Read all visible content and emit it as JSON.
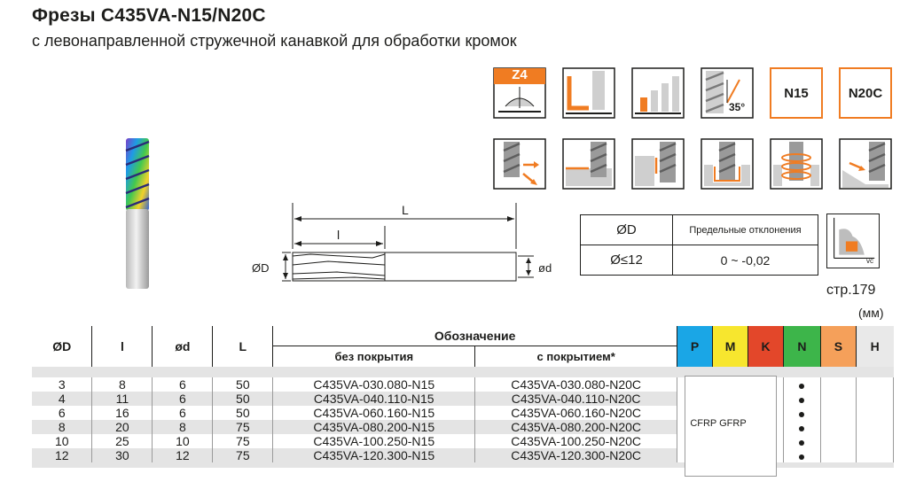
{
  "header": {
    "title": "Фрезы C435VA-N15/N20C",
    "subtitle": "с левонаправленной стружечной канавкой для обработки кромок"
  },
  "icons": {
    "row1": [
      {
        "name": "z4-icon",
        "text": "Z4"
      },
      {
        "name": "edge-milling-icon",
        "text": ""
      },
      {
        "name": "bars-icon",
        "text": ""
      },
      {
        "name": "helix-angle-icon",
        "text": "35°"
      },
      {
        "name": "coating-n15-icon",
        "text": "N15"
      },
      {
        "name": "coating-n20c-icon",
        "text": "N20C"
      }
    ],
    "row2_count": 6
  },
  "drawing": {
    "L": "L",
    "l": "l",
    "D": "ØD",
    "d": "ød"
  },
  "tolerance": {
    "header_d": "ØD",
    "header_dev": "Предельные отклонения",
    "value_d": "Ø≤12",
    "value_dev": "0 ~ -0,02"
  },
  "page_ref": "стр.179",
  "units": "(мм)",
  "vc_label": "vc",
  "table": {
    "headers": {
      "D": "ØD",
      "l": "l",
      "d": "ød",
      "L": "L",
      "designation": "Обозначение",
      "uncoated": "без покрытия",
      "coated": "с покрытием*"
    },
    "iso": [
      "P",
      "M",
      "K",
      "N",
      "S",
      "H"
    ],
    "rows": [
      {
        "D": "3",
        "l": "8",
        "d": "6",
        "L": "50",
        "uncoated": "C435VA-030.080-N15",
        "coated": "C435VA-030.080-N20C"
      },
      {
        "D": "4",
        "l": "11",
        "d": "6",
        "L": "50",
        "uncoated": "C435VA-040.110-N15",
        "coated": "C435VA-040.110-N20C"
      },
      {
        "D": "6",
        "l": "16",
        "d": "6",
        "L": "50",
        "uncoated": "C435VA-060.160-N15",
        "coated": "C435VA-060.160-N20C"
      },
      {
        "D": "8",
        "l": "20",
        "d": "8",
        "L": "75",
        "uncoated": "C435VA-080.200-N15",
        "coated": "C435VA-080.200-N20C"
      },
      {
        "D": "10",
        "l": "25",
        "d": "10",
        "L": "75",
        "uncoated": "C435VA-100.250-N15",
        "coated": "C435VA-100.250-N20C"
      },
      {
        "D": "12",
        "l": "30",
        "d": "12",
        "L": "75",
        "uncoated": "C435VA-120.300-N15",
        "coated": "C435VA-120.300-N20C"
      }
    ],
    "material_label": "CFRP GFRP"
  },
  "colors": {
    "accent_orange": "#f07c22",
    "iso_p": "#1aa6e6",
    "iso_m": "#f7e62e",
    "iso_k": "#e3472a",
    "iso_n": "#3db54a",
    "iso_s": "#f5a05a",
    "iso_h": "#e9e9e9"
  }
}
